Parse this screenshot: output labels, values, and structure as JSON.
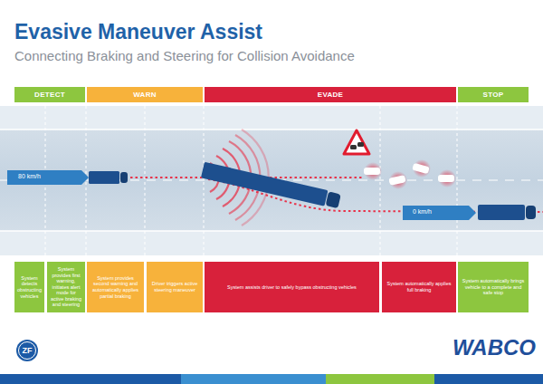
{
  "diagram": {
    "title": "Evasive Maneuver Assist",
    "caption": "Connecting Braking and Steering for Collision Avoidance",
    "nodes": [
      {
        "text": [
          "DETECT"
        ]
      },
      {
        "text": [
          "WARN"
        ]
      },
      {
        "text": [
          "EVADE"
        ]
      },
      {
        "text": [
          "STOP"
        ]
      },
      {
        "text": [
          "System detects obstructing vehicles"
        ]
      },
      {
        "text": [
          "System provides first warning, initiates alert mode for active braking and steering"
        ]
      },
      {
        "text": [
          "System provides second warning and automatically applies partial braking"
        ]
      },
      {
        "text": [
          "Driver triggers active steering maneuver"
        ]
      },
      {
        "text": [
          "System assists driver to safely bypass obstructing vehicles"
        ]
      },
      {
        "text": [
          "System automatically applies full braking"
        ]
      },
      {
        "text": [
          "System automatically brings vehicle to a complete and safe stop"
        ]
      }
    ],
    "labels": [
      "80 km/h",
      "0 km/h",
      "ZF",
      "WABCO"
    ]
  }
}
